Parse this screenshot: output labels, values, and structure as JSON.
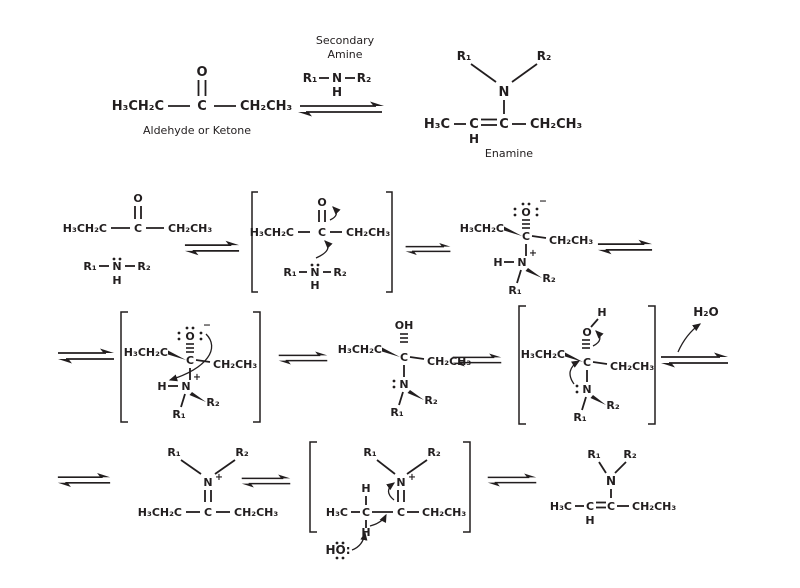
{
  "palette": {
    "ink": "#221e1f",
    "background": "#ffffff"
  },
  "fragments": {
    "ethyl_chain_left": "H₃CH₂C",
    "ethyl_chain_right": "CH₂CH₃",
    "methyl": "H₃C",
    "oxygen": "O",
    "hydroxyl": "OH",
    "carbon": "C",
    "nitrogen": "N",
    "hydrogen": "H",
    "r1": "R₁",
    "r2": "R₂",
    "plus_charge": "+",
    "minus_charge": "−",
    "water": "H₂O",
    "hydroxide": "HO:"
  },
  "captions": {
    "reactant": "Aldehyde or Ketone",
    "reagent_line1": "Secondary",
    "reagent_line2": "Amine",
    "product": "Enamine"
  }
}
